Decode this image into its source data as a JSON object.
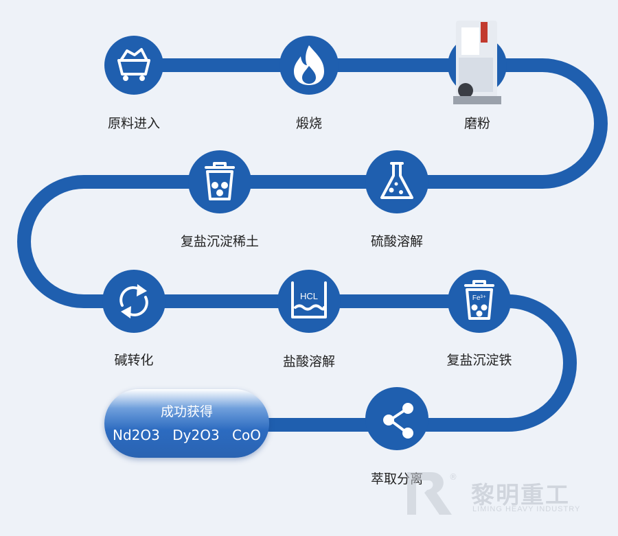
{
  "steps": [
    {
      "label": "原料进入",
      "icon": "ore-cart-icon"
    },
    {
      "label": "煅烧",
      "icon": "flame-icon"
    },
    {
      "label": "磨粉",
      "icon": "grinding-mill-icon"
    },
    {
      "label": "硫酸溶解",
      "icon": "flask-icon"
    },
    {
      "label": "复盐沉淀稀土",
      "icon": "precipitation-bin-icon"
    },
    {
      "label": "碱转化",
      "icon": "recycle-arrows-icon"
    },
    {
      "label": "盐酸溶解",
      "icon": "acid-tank-icon",
      "icon_text": "HCL"
    },
    {
      "label": "复盐沉淀铁",
      "icon": "precipitation-bin-icon",
      "icon_text": "Fe³⁺"
    },
    {
      "label": "萃取分离",
      "icon": "share-nodes-icon"
    }
  ],
  "result": {
    "title": "成功获得",
    "products": [
      "Nd2O3",
      "Dy2O3",
      "CoO"
    ]
  },
  "brand": {
    "name": "黎明重工",
    "name_en": "LIMING HEAVY INDUSTRY",
    "reg_mark": "®"
  },
  "colors": {
    "accent": "#1f5faf",
    "background": "#eef2f8",
    "text": "#222222"
  }
}
